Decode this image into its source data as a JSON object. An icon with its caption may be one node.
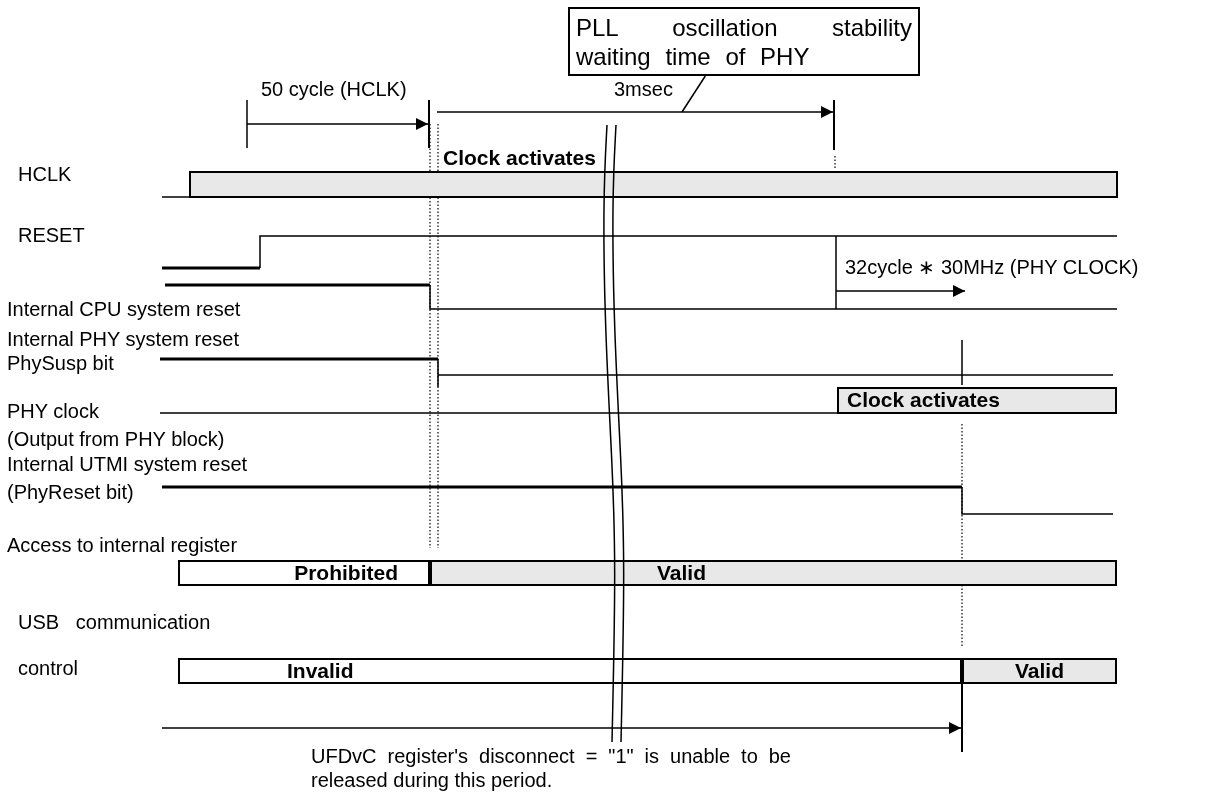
{
  "diagram": {
    "nodes": [
      {
        "text": [
          "PLL oscillation stability waiting time of PHY"
        ]
      },
      {
        "text": [
          "Clock activates"
        ]
      },
      {
        "text": [
          "Prohibited"
        ]
      },
      {
        "text": [
          "Valid"
        ]
      },
      {
        "text": [
          "Invalid"
        ]
      },
      {
        "text": [
          "Valid"
        ]
      },
      {
        "text": [],
        "shape": "arrow"
      }
    ],
    "edges": [
      {
        "from": 0,
        "to": 6,
        "arrow": "none"
      }
    ],
    "labels": [
      "50 cycle (HCLK)",
      "3msec",
      "HCLK",
      "Clock activates",
      "RESET",
      "32cycle ∗ 30MHz (PHY CLOCK)",
      "Internal CPU system reset",
      "Internal PHY system reset",
      "PhySusp bit",
      "PHY clock",
      "(Output from PHY block)",
      "Internal UTMI system reset",
      "(PhyReset bit)",
      "Access to internal register",
      "USB   communication",
      "control",
      "UFDvC register's disconnect = \"1\" is unable to be released during this period."
    ]
  }
}
